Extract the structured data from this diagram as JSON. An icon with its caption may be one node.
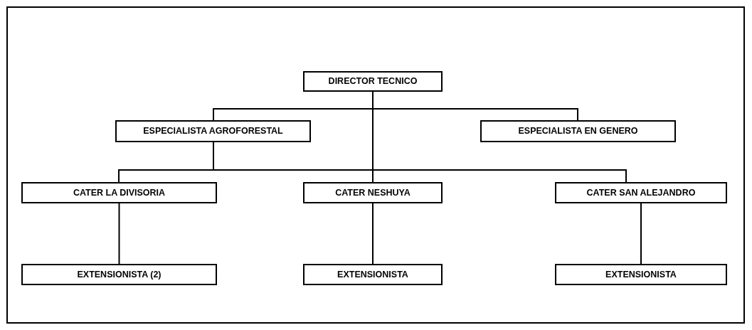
{
  "diagram": {
    "nodes": [
      {
        "text": [
          "DIRECTOR TECNICO"
        ]
      },
      {
        "text": [
          "ESPECIALISTA AGROFORESTAL"
        ]
      },
      {
        "text": [
          "ESPECIALISTA EN GENERO"
        ]
      },
      {
        "text": [
          "CATER LA DIVISORIA"
        ]
      },
      {
        "text": [
          "CATER NESHUYA"
        ]
      },
      {
        "text": [
          "CATER SAN ALEJANDRO"
        ]
      },
      {
        "text": [
          "EXTENSIONISTA (2)"
        ]
      },
      {
        "text": [
          "EXTENSIONISTA"
        ]
      },
      {
        "text": [
          "EXTENSIONISTA"
        ]
      }
    ],
    "edges": [
      {
        "from": 0,
        "to": 1,
        "arrow": "none"
      },
      {
        "from": 0,
        "to": 2,
        "arrow": "none"
      },
      {
        "from": 0,
        "to": 3,
        "arrow": "none"
      },
      {
        "from": 0,
        "to": 4,
        "arrow": "none"
      },
      {
        "from": 0,
        "to": 5,
        "arrow": "none"
      },
      {
        "from": 1,
        "to": 3,
        "arrow": "none"
      },
      {
        "from": 1,
        "to": 4,
        "arrow": "none"
      },
      {
        "from": 1,
        "to": 5,
        "arrow": "none"
      },
      {
        "from": 3,
        "to": 6,
        "arrow": "none"
      },
      {
        "from": 4,
        "to": 7,
        "arrow": "none"
      },
      {
        "from": 5,
        "to": 8,
        "arrow": "none"
      }
    ]
  }
}
